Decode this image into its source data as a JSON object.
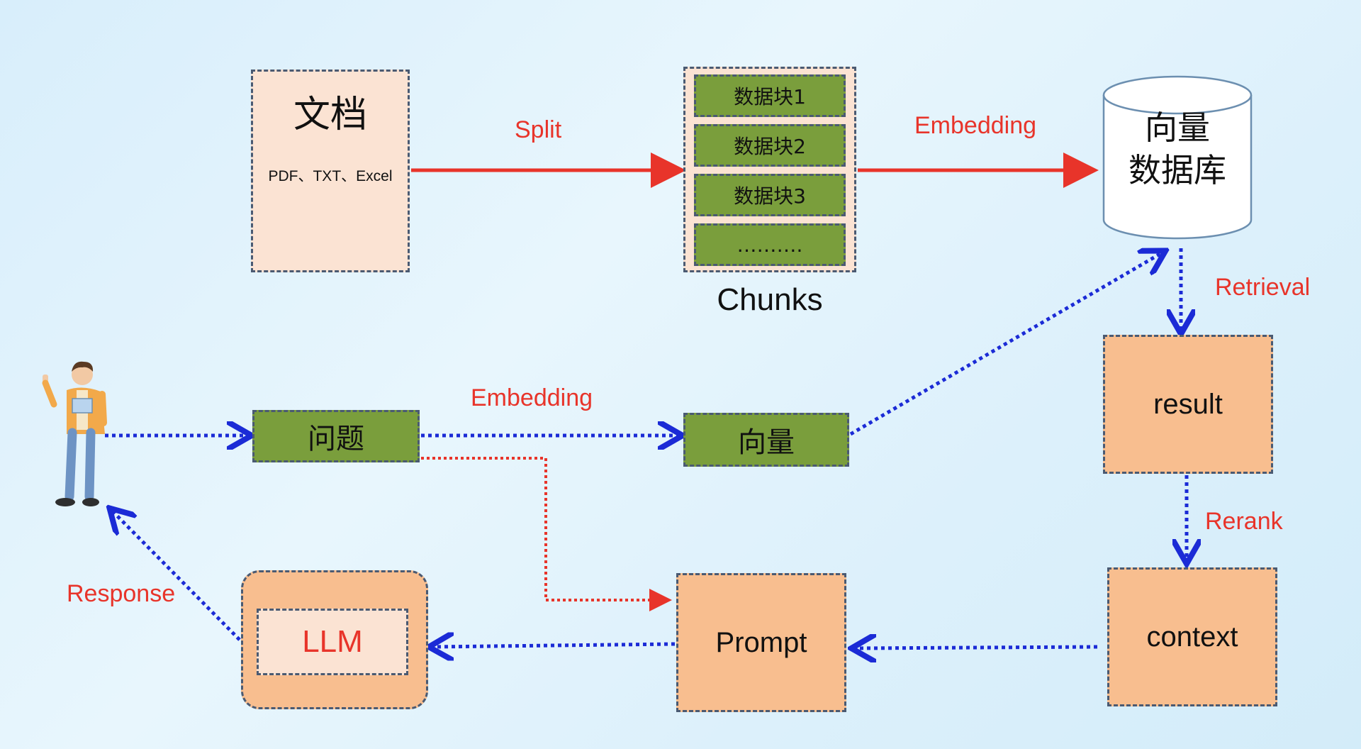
{
  "document_box": {
    "title": "文档",
    "subtitle": "PDF、TXT、Excel"
  },
  "chunks": {
    "items": [
      "数据块1",
      "数据块2",
      "数据块3",
      "………."
    ],
    "caption": "Chunks"
  },
  "vector_db": {
    "line1": "向量",
    "line2": "数据库"
  },
  "question_box": "问题",
  "vector_box": "向量",
  "result_box": "result",
  "context_box": "context",
  "prompt_box": "Prompt",
  "llm_box": "LLM",
  "edge_labels": {
    "split": "Split",
    "embedding_docs": "Embedding",
    "embedding_question": "Embedding",
    "retrieval": "Retrieval",
    "rerank": "Rerank",
    "response": "Response"
  },
  "colors": {
    "red": "#e8342a",
    "blue": "#1b2bd6",
    "green": "#7a9e3c",
    "orange": "#f8be8f",
    "peach": "#fbe3d3"
  }
}
